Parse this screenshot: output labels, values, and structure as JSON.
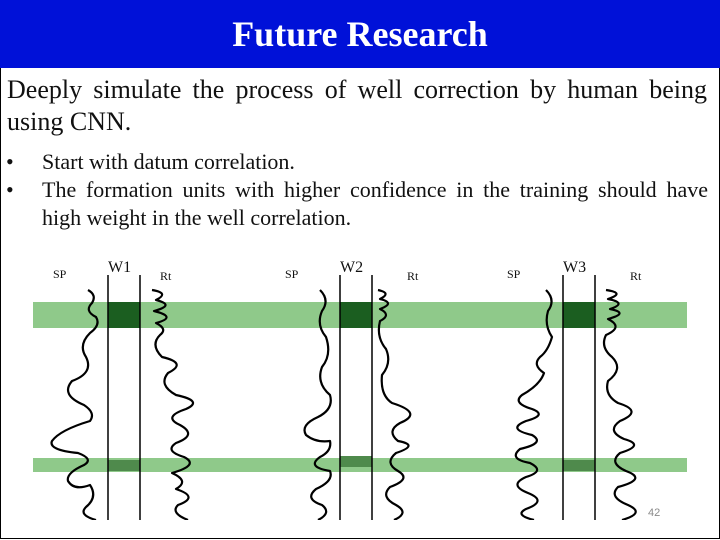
{
  "slide": {
    "title": "Future Research",
    "intro": "Deeply simulate the process of well correction by human being using CNN.",
    "bullets": [
      "Start with datum correlation.",
      "The formation units with higher confidence in the training should have high weight in the well correlation."
    ],
    "bullet_symbol": "•",
    "page_number": "42"
  },
  "diagram": {
    "wells": [
      {
        "name": "W1",
        "left_curve": "SP",
        "right_curve": "Rt"
      },
      {
        "name": "W2",
        "left_curve": "SP",
        "right_curve": "Rt"
      },
      {
        "name": "W3",
        "left_curve": "SP",
        "right_curve": "Rt"
      }
    ]
  },
  "colors": {
    "title_bar": "#0011d8",
    "band_light": "#8fc98a",
    "band_dark": "#1b5e20",
    "band_lower_dark": "#4f8a4c"
  }
}
